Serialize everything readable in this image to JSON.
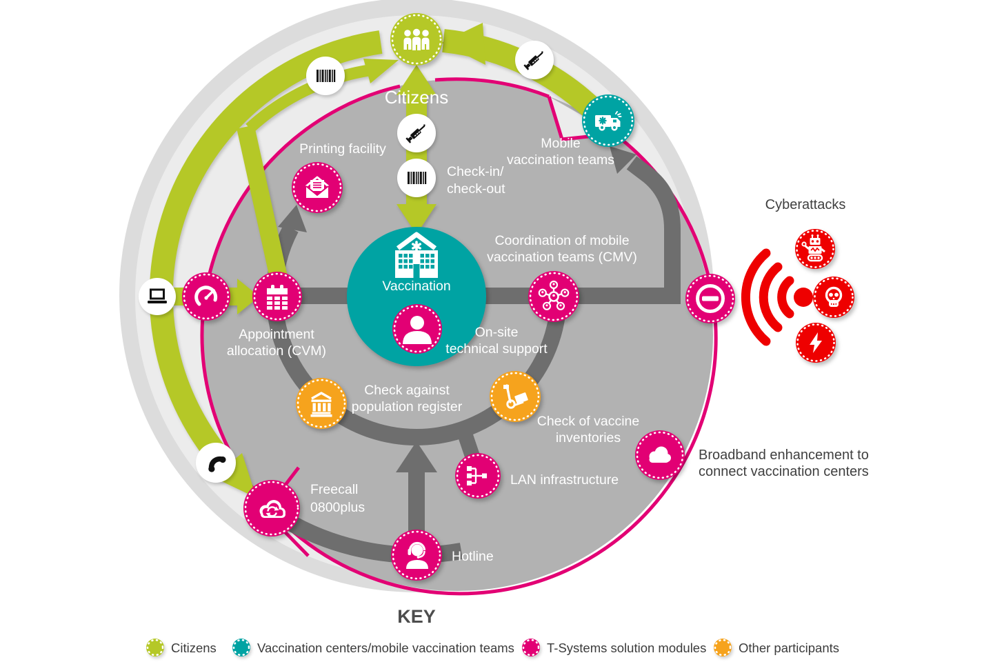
{
  "zone_label": "Citizens",
  "center": {
    "title": "Vaccination"
  },
  "labels": {
    "printing": [
      "Printing facility"
    ],
    "checkin": [
      "Check-in/",
      "check-out"
    ],
    "mobile": [
      "Mobile",
      "vaccination teams"
    ],
    "cmv": [
      "Coordination of mobile",
      "vaccination teams (CMV)"
    ],
    "onsite": [
      "On-site",
      "technical support"
    ],
    "appointment": [
      "Appointment",
      "allocation (CVM)"
    ],
    "population": [
      "Check against",
      "population register"
    ],
    "inventories": [
      "Check of vaccine",
      "inventories"
    ],
    "lan": [
      "LAN infrastructure"
    ],
    "freecall": [
      "Freecall",
      "0800plus"
    ],
    "hotline": [
      "Hotline"
    ],
    "broadband": [
      "Broadband enhancement to",
      "connect vaccination centers"
    ],
    "cyberattacks": [
      "Cyberattacks"
    ]
  },
  "legend": {
    "title": "KEY",
    "items": [
      {
        "label": "Citizens",
        "color": "#b5c827"
      },
      {
        "label": "Vaccination centers/mobile vaccination teams",
        "color": "#00a3a3"
      },
      {
        "label": "T-Systems solution modules",
        "color": "#e20074"
      },
      {
        "label": "Other participants",
        "color": "#f6a31d"
      }
    ]
  },
  "colors": {
    "magenta": "#e20074",
    "teal": "#00a3a3",
    "lime": "#b5c827",
    "orange": "#f6a31d",
    "alert_red": "#ee0000",
    "inner_gray": "#b2b2b2",
    "outer_gray": "#dcdcdc",
    "ring_gray": "#ececec",
    "arrow_gray": "#6e6e6e"
  }
}
